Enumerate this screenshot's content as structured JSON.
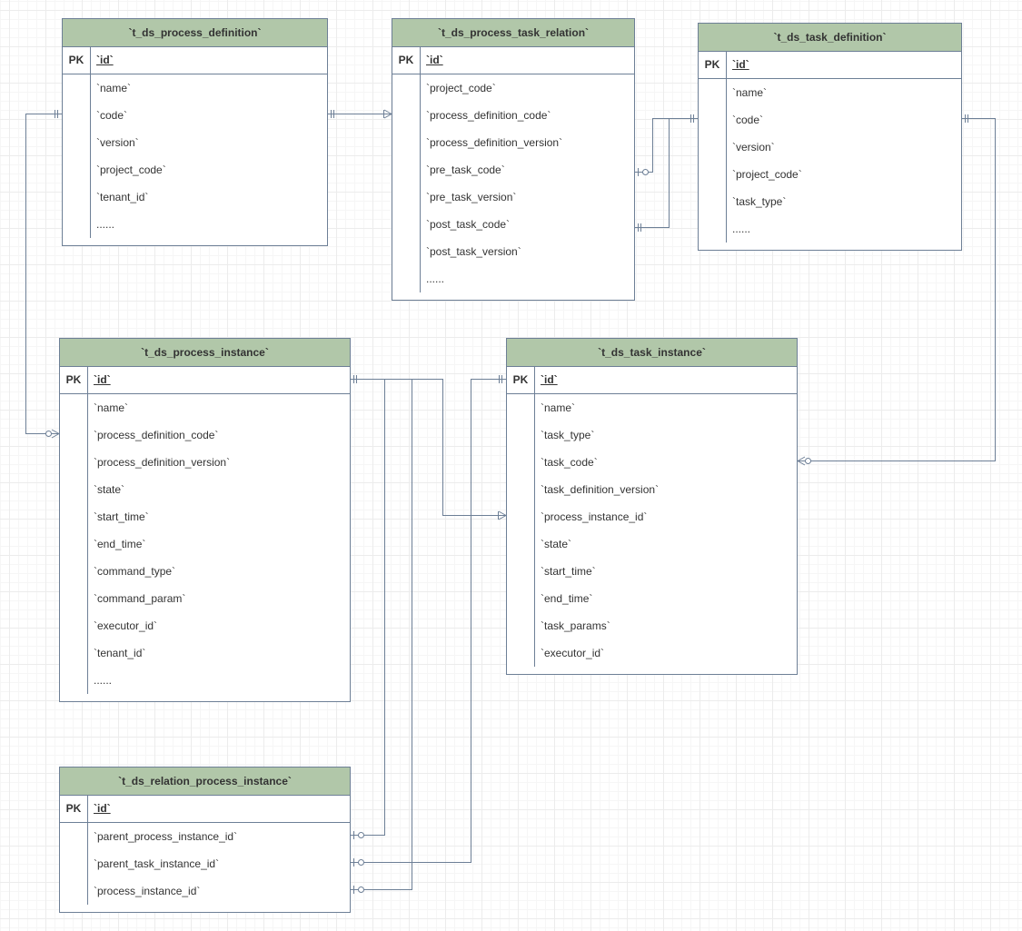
{
  "tables": {
    "process_definition": {
      "title": "`t_ds_process_definition`",
      "pk_label": "PK",
      "pk_field": "`id`",
      "fields": [
        "`name`",
        "`code`",
        "`version`",
        "`project_code`",
        "`tenant_id`",
        "......"
      ]
    },
    "process_task_relation": {
      "title": "`t_ds_process_task_relation`",
      "pk_label": "PK",
      "pk_field": "`id`",
      "fields": [
        "`project_code`",
        "`process_definition_code`",
        "`process_definition_version`",
        "`pre_task_code`",
        "`pre_task_version`",
        "`post_task_code`",
        "`post_task_version`",
        "......"
      ]
    },
    "task_definition": {
      "title": "`t_ds_task_definition`",
      "pk_label": "PK",
      "pk_field": "`id`",
      "fields": [
        "`name`",
        "`code`",
        "`version`",
        "`project_code`",
        "`task_type`",
        "......"
      ]
    },
    "process_instance": {
      "title": "`t_ds_process_instance`",
      "pk_label": "PK",
      "pk_field": "`id`",
      "fields": [
        "`name`",
        "`process_definition_code`",
        "`process_definition_version`",
        "`state`",
        "`start_time`",
        "`end_time`",
        "`command_type`",
        "`command_param`",
        "`executor_id`",
        "`tenant_id`",
        "......"
      ]
    },
    "task_instance": {
      "title": "`t_ds_task_instance`",
      "pk_label": "PK",
      "pk_field": "`id`",
      "fields": [
        "`name`",
        "`task_type`",
        "`task_code`",
        "`task_definition_version`",
        "`process_instance_id`",
        "`state`",
        "`start_time`",
        "`end_time`",
        "`task_params`",
        "`executor_id`"
      ]
    },
    "relation_process_instance": {
      "title": "`t_ds_relation_process_instance`",
      "pk_label": "PK",
      "pk_field": "`id`",
      "fields": [
        "`parent_process_instance_id`",
        "`parent_task_instance_id`",
        "`process_instance_id`"
      ]
    }
  },
  "colors": {
    "header": "#b1c7a9",
    "border": "#6d7f96",
    "text": "#333333"
  }
}
